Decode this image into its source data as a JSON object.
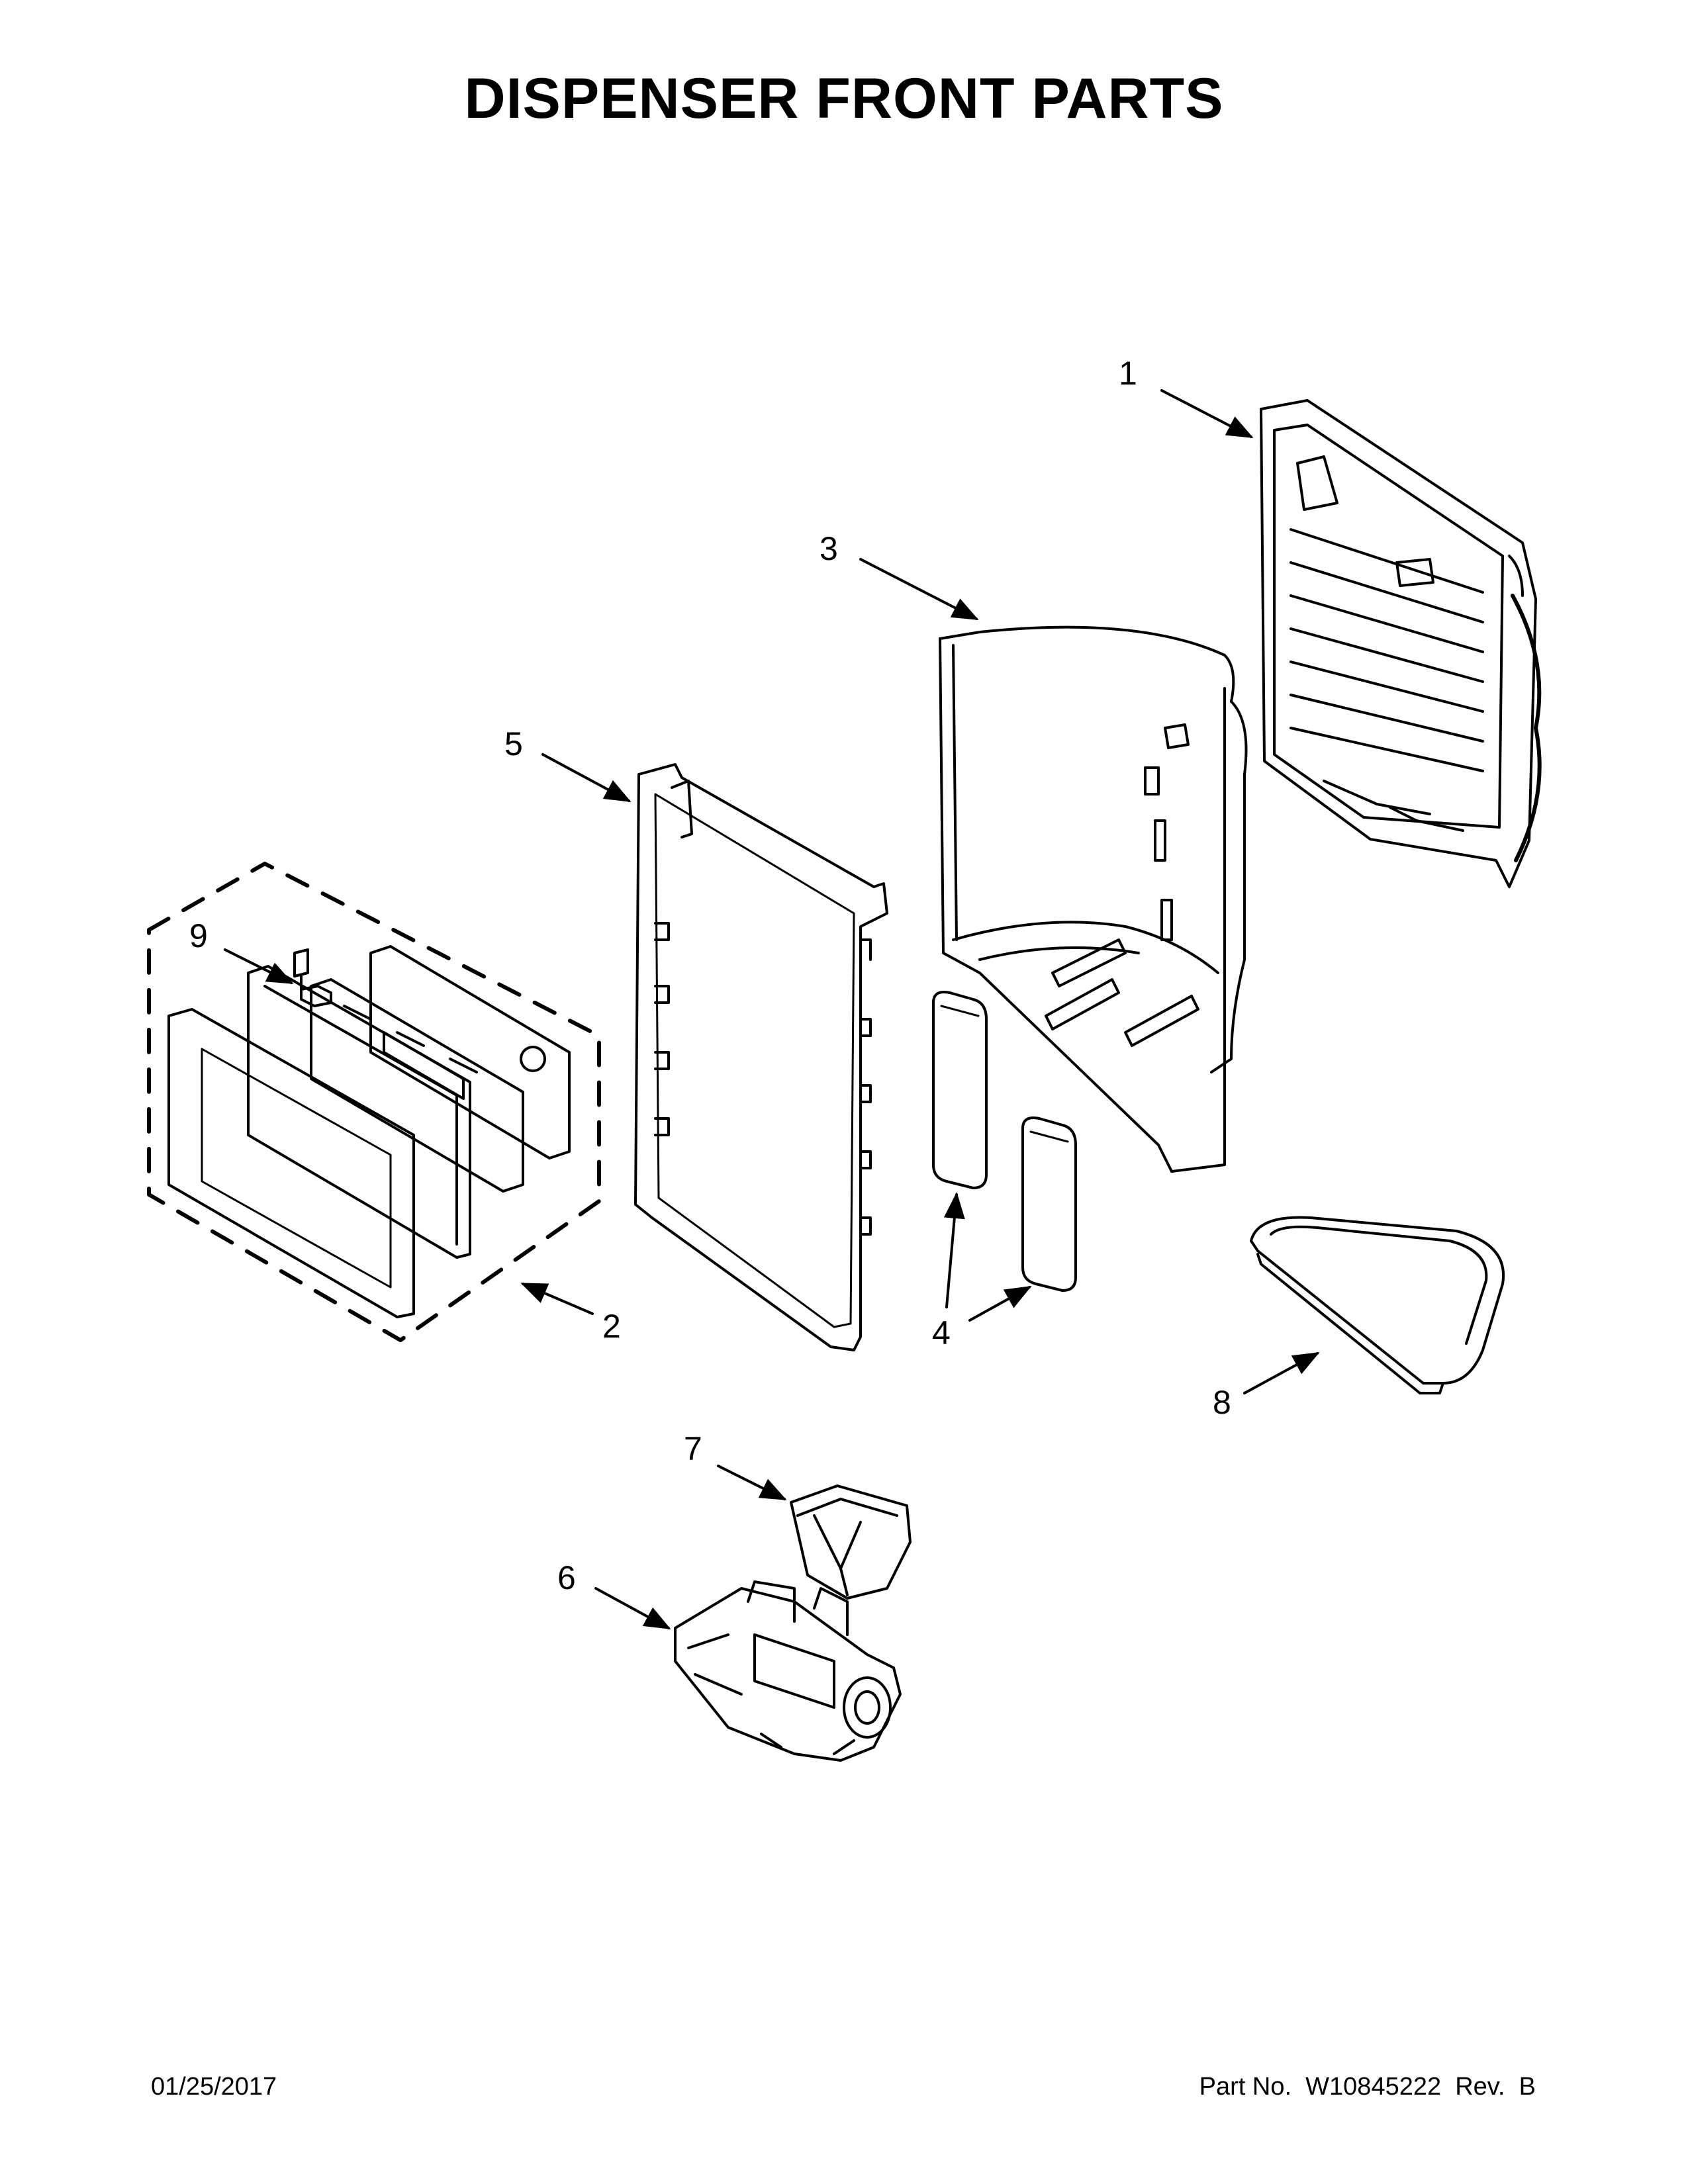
{
  "title": "DISPENSER FRONT PARTS",
  "footer": {
    "date": "01/25/2017",
    "part_number": "Part No.  W10845222  Rev.  B"
  },
  "callouts": [
    {
      "id": "1",
      "label": "1",
      "part": "dispenser-housing"
    },
    {
      "id": "2",
      "label": "2",
      "part": "control-assembly"
    },
    {
      "id": "3",
      "label": "3",
      "part": "dispenser-recess-liner"
    },
    {
      "id": "4",
      "label": "4",
      "part": "paddles"
    },
    {
      "id": "5",
      "label": "5",
      "part": "dispenser-front-frame"
    },
    {
      "id": "6",
      "label": "6",
      "part": "ice-chute-door-assembly"
    },
    {
      "id": "7",
      "label": "7",
      "part": "ice-chute"
    },
    {
      "id": "8",
      "label": "8",
      "part": "drip-tray"
    },
    {
      "id": "9",
      "label": "9",
      "part": "wire-connector"
    }
  ]
}
